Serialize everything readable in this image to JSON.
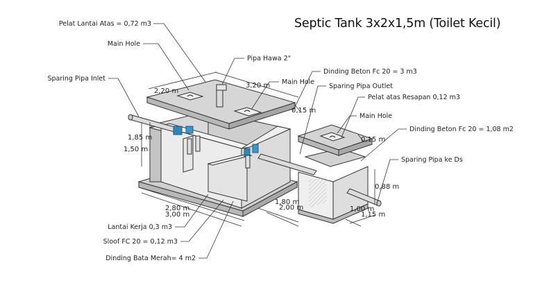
{
  "title": "Septic Tank 3x2x1,5m (Toilet Kecil)",
  "callouts": {
    "pelat_lantai_atas": "Pelat Lantai Atas = 0,72 m3",
    "main_hole_1": "Main Hole",
    "pipa_hawa": "Pipa Hawa 2\"",
    "sparing_pipa_inlet": "Sparing Pipa Inlet",
    "dinding_beton_1": "Dinding Beton Fc 20 = 3 m3",
    "main_hole_2": "Main Hole",
    "sparing_pipa_outlet": "Sparing Pipa Outlet",
    "pelat_atas_resapan": "Pelat atas Resapan 0,12 m3",
    "main_hole_3": "Main Hole",
    "dinding_beton_2": "Dinding Beton Fc 20 = 1,08 m2",
    "sparing_pipa_ke_ds": "Sparing Pipa ke Ds",
    "lantai_kerja": "Lantai Kerja 0,3 m3",
    "sloof": "Sloof FC 20 = 0,12 m3",
    "dinding_bata": "Dinding Bata Merah= 4 m2"
  },
  "dimensions": {
    "d_2_20": "2,20 m",
    "d_3_20": "3,20 m",
    "d_0_15_a": "0,15 m",
    "d_1_85": "1,85 m",
    "d_1_50": "1,50 m",
    "d_0_15_b": "0,15 m",
    "d_0_88": "0,88 m",
    "d_2_80": "2,80 m",
    "d_3_00": "3,00 m",
    "d_1_80": "1,80 m",
    "d_2_00": "2,00 m",
    "d_1_00": "1,00 m",
    "d_1_15": "1,15 m"
  },
  "colors": {
    "top_slab": "#d6d6d6",
    "wall_face": "#e6e6e6",
    "wall_dark": "#c4c4c4",
    "pipe": "#dcdcdc",
    "fitting": "#2f86b8",
    "line": "#333333"
  }
}
